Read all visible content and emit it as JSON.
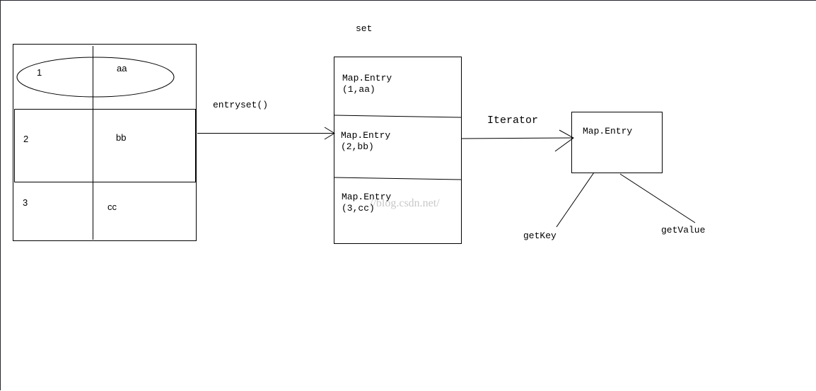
{
  "colors": {
    "stroke": "#000000",
    "frame": "#26262e",
    "watermark": "#c8c8c8",
    "background": "#ffffff"
  },
  "map_table": {
    "rows": [
      {
        "key": "1",
        "value": "aa"
      },
      {
        "key": "2",
        "value": "bb"
      },
      {
        "key": "3",
        "value": "cc"
      }
    ]
  },
  "arrow_labels": {
    "entryset": "entryset()",
    "iterator": "Iterator"
  },
  "set_box": {
    "title": "set",
    "entries": [
      {
        "type": "Map.Entry",
        "pair": "(1,aa)"
      },
      {
        "type": "Map.Entry",
        "pair": "(2,bb)"
      },
      {
        "type": "Map.Entry",
        "pair": "(3,cc)"
      }
    ]
  },
  "entry_box": {
    "label": "Map.Entry",
    "methods": {
      "get_key": "getKey",
      "get_value": "getValue"
    }
  },
  "watermark": "//blog.csdn.net/"
}
